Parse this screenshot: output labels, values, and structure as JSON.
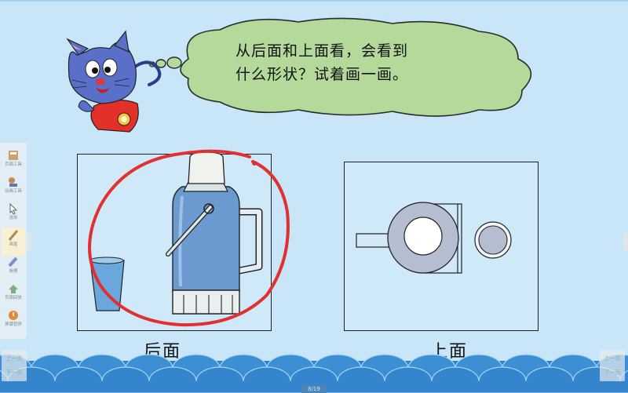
{
  "bubble": {
    "line1": "从后面和上面看，会看到",
    "line2": "什么形状？试着画一画。"
  },
  "panels": {
    "back_label": "后面",
    "top_label": "上面"
  },
  "toolbar": {
    "tools": [
      "页面工具",
      "动画工具",
      "选择",
      "画笔",
      "板擦",
      "页面回放",
      "屏幕暂停"
    ]
  },
  "navigation": {
    "prev_label": "上一页",
    "next_label": "下一页",
    "page_indicator": "8/19"
  },
  "colors": {
    "background": "#c8e6f8",
    "bubble_fill": "#b4d99a",
    "flask_blue": "#6a9ad0",
    "highlight_circle": "#e03030",
    "wave_blue": "#2f7fc6"
  }
}
